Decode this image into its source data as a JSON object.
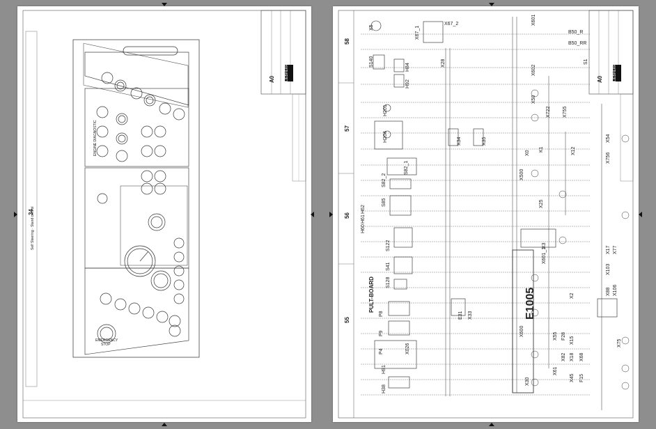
{
  "left_sheet": {
    "page_marker": "34",
    "caption": "Self Steering · Stand control",
    "title_block": {
      "revision": "A0",
      "company": "LIEBHERR"
    },
    "panel_labels": [
      "ENGINE DIAGNOSTIC",
      "EMERGENCY",
      "STOP"
    ]
  },
  "right_sheet": {
    "columns": [
      "58",
      "57",
      "56",
      "55"
    ],
    "title_block": {
      "revision": "A0",
      "company": "LIEBHERR"
    },
    "main_unit": "E1005",
    "pult": "PULT-BOARD",
    "components": [
      "X5",
      "X67_1",
      "X67_2",
      "S140",
      "H84",
      "H92",
      "H201",
      "H204",
      "X28",
      "X34",
      "X35",
      "S82_2",
      "S82_1",
      "S85",
      "H62",
      "H61",
      "H60",
      "S41",
      "S122",
      "S128",
      "P8",
      "P9",
      "P4",
      "X026",
      "H38",
      "H91",
      "E31",
      "X33",
      "X500",
      "X600",
      "X0",
      "X30",
      "K1",
      "X25",
      "X601",
      "X602",
      "X50",
      "X601_1",
      "X3",
      "X722",
      "X755",
      "X12",
      "X756",
      "X54",
      "X17",
      "X77",
      "X88",
      "X106",
      "X103",
      "X2",
      "X15",
      "X18",
      "X45",
      "X55",
      "X61",
      "F28",
      "X82",
      "X68",
      "F15",
      "X75",
      "B50_R",
      "B50_RR",
      "S1"
    ]
  }
}
